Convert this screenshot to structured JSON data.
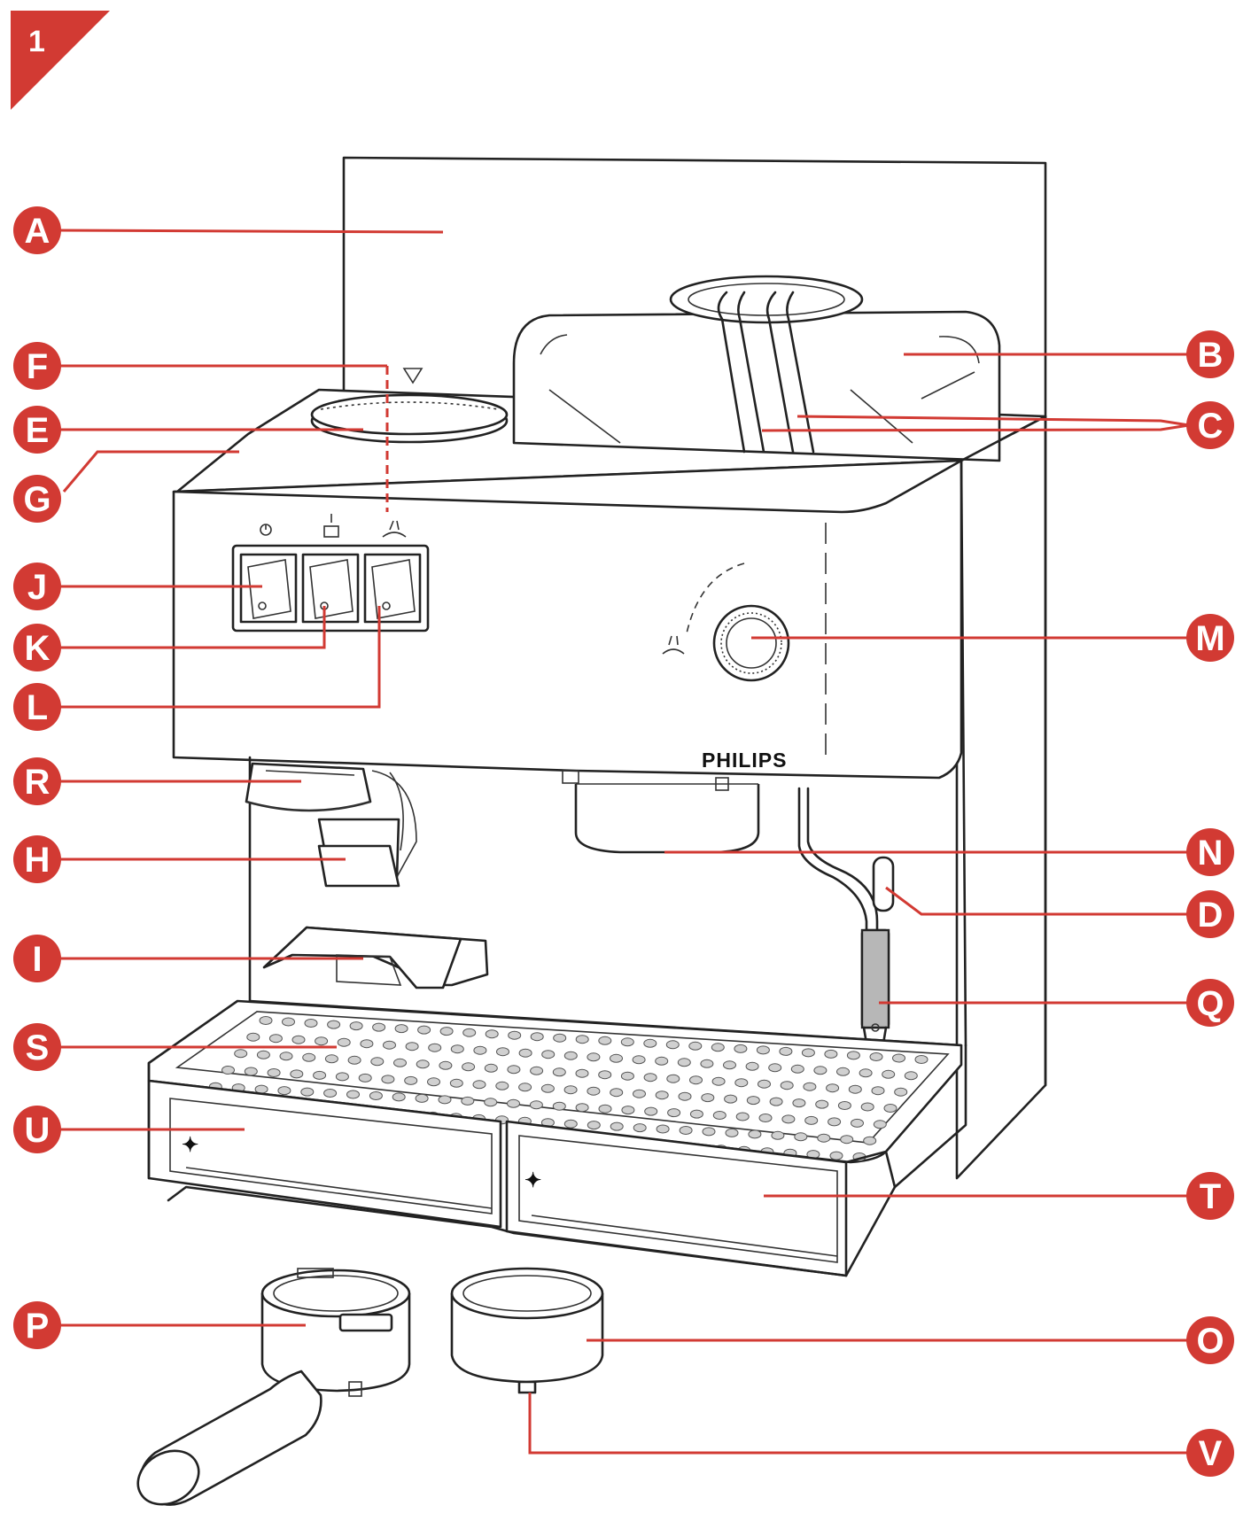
{
  "figure_number": "1",
  "brand": "PHILIPS",
  "accent_color": "#d23a33",
  "labels": [
    {
      "id": "A",
      "text": "A"
    },
    {
      "id": "B",
      "text": "B"
    },
    {
      "id": "C",
      "text": "C"
    },
    {
      "id": "D",
      "text": "D"
    },
    {
      "id": "E",
      "text": "E"
    },
    {
      "id": "F",
      "text": "F"
    },
    {
      "id": "G",
      "text": "G"
    },
    {
      "id": "H",
      "text": "H"
    },
    {
      "id": "I",
      "text": "I"
    },
    {
      "id": "J",
      "text": "J"
    },
    {
      "id": "K",
      "text": "K"
    },
    {
      "id": "L",
      "text": "L"
    },
    {
      "id": "M",
      "text": "M"
    },
    {
      "id": "N",
      "text": "N"
    },
    {
      "id": "O",
      "text": "O"
    },
    {
      "id": "P",
      "text": "P"
    },
    {
      "id": "Q",
      "text": "Q"
    },
    {
      "id": "R",
      "text": "R"
    },
    {
      "id": "S",
      "text": "S"
    },
    {
      "id": "T",
      "text": "T"
    },
    {
      "id": "U",
      "text": "U"
    },
    {
      "id": "V",
      "text": "V"
    }
  ]
}
